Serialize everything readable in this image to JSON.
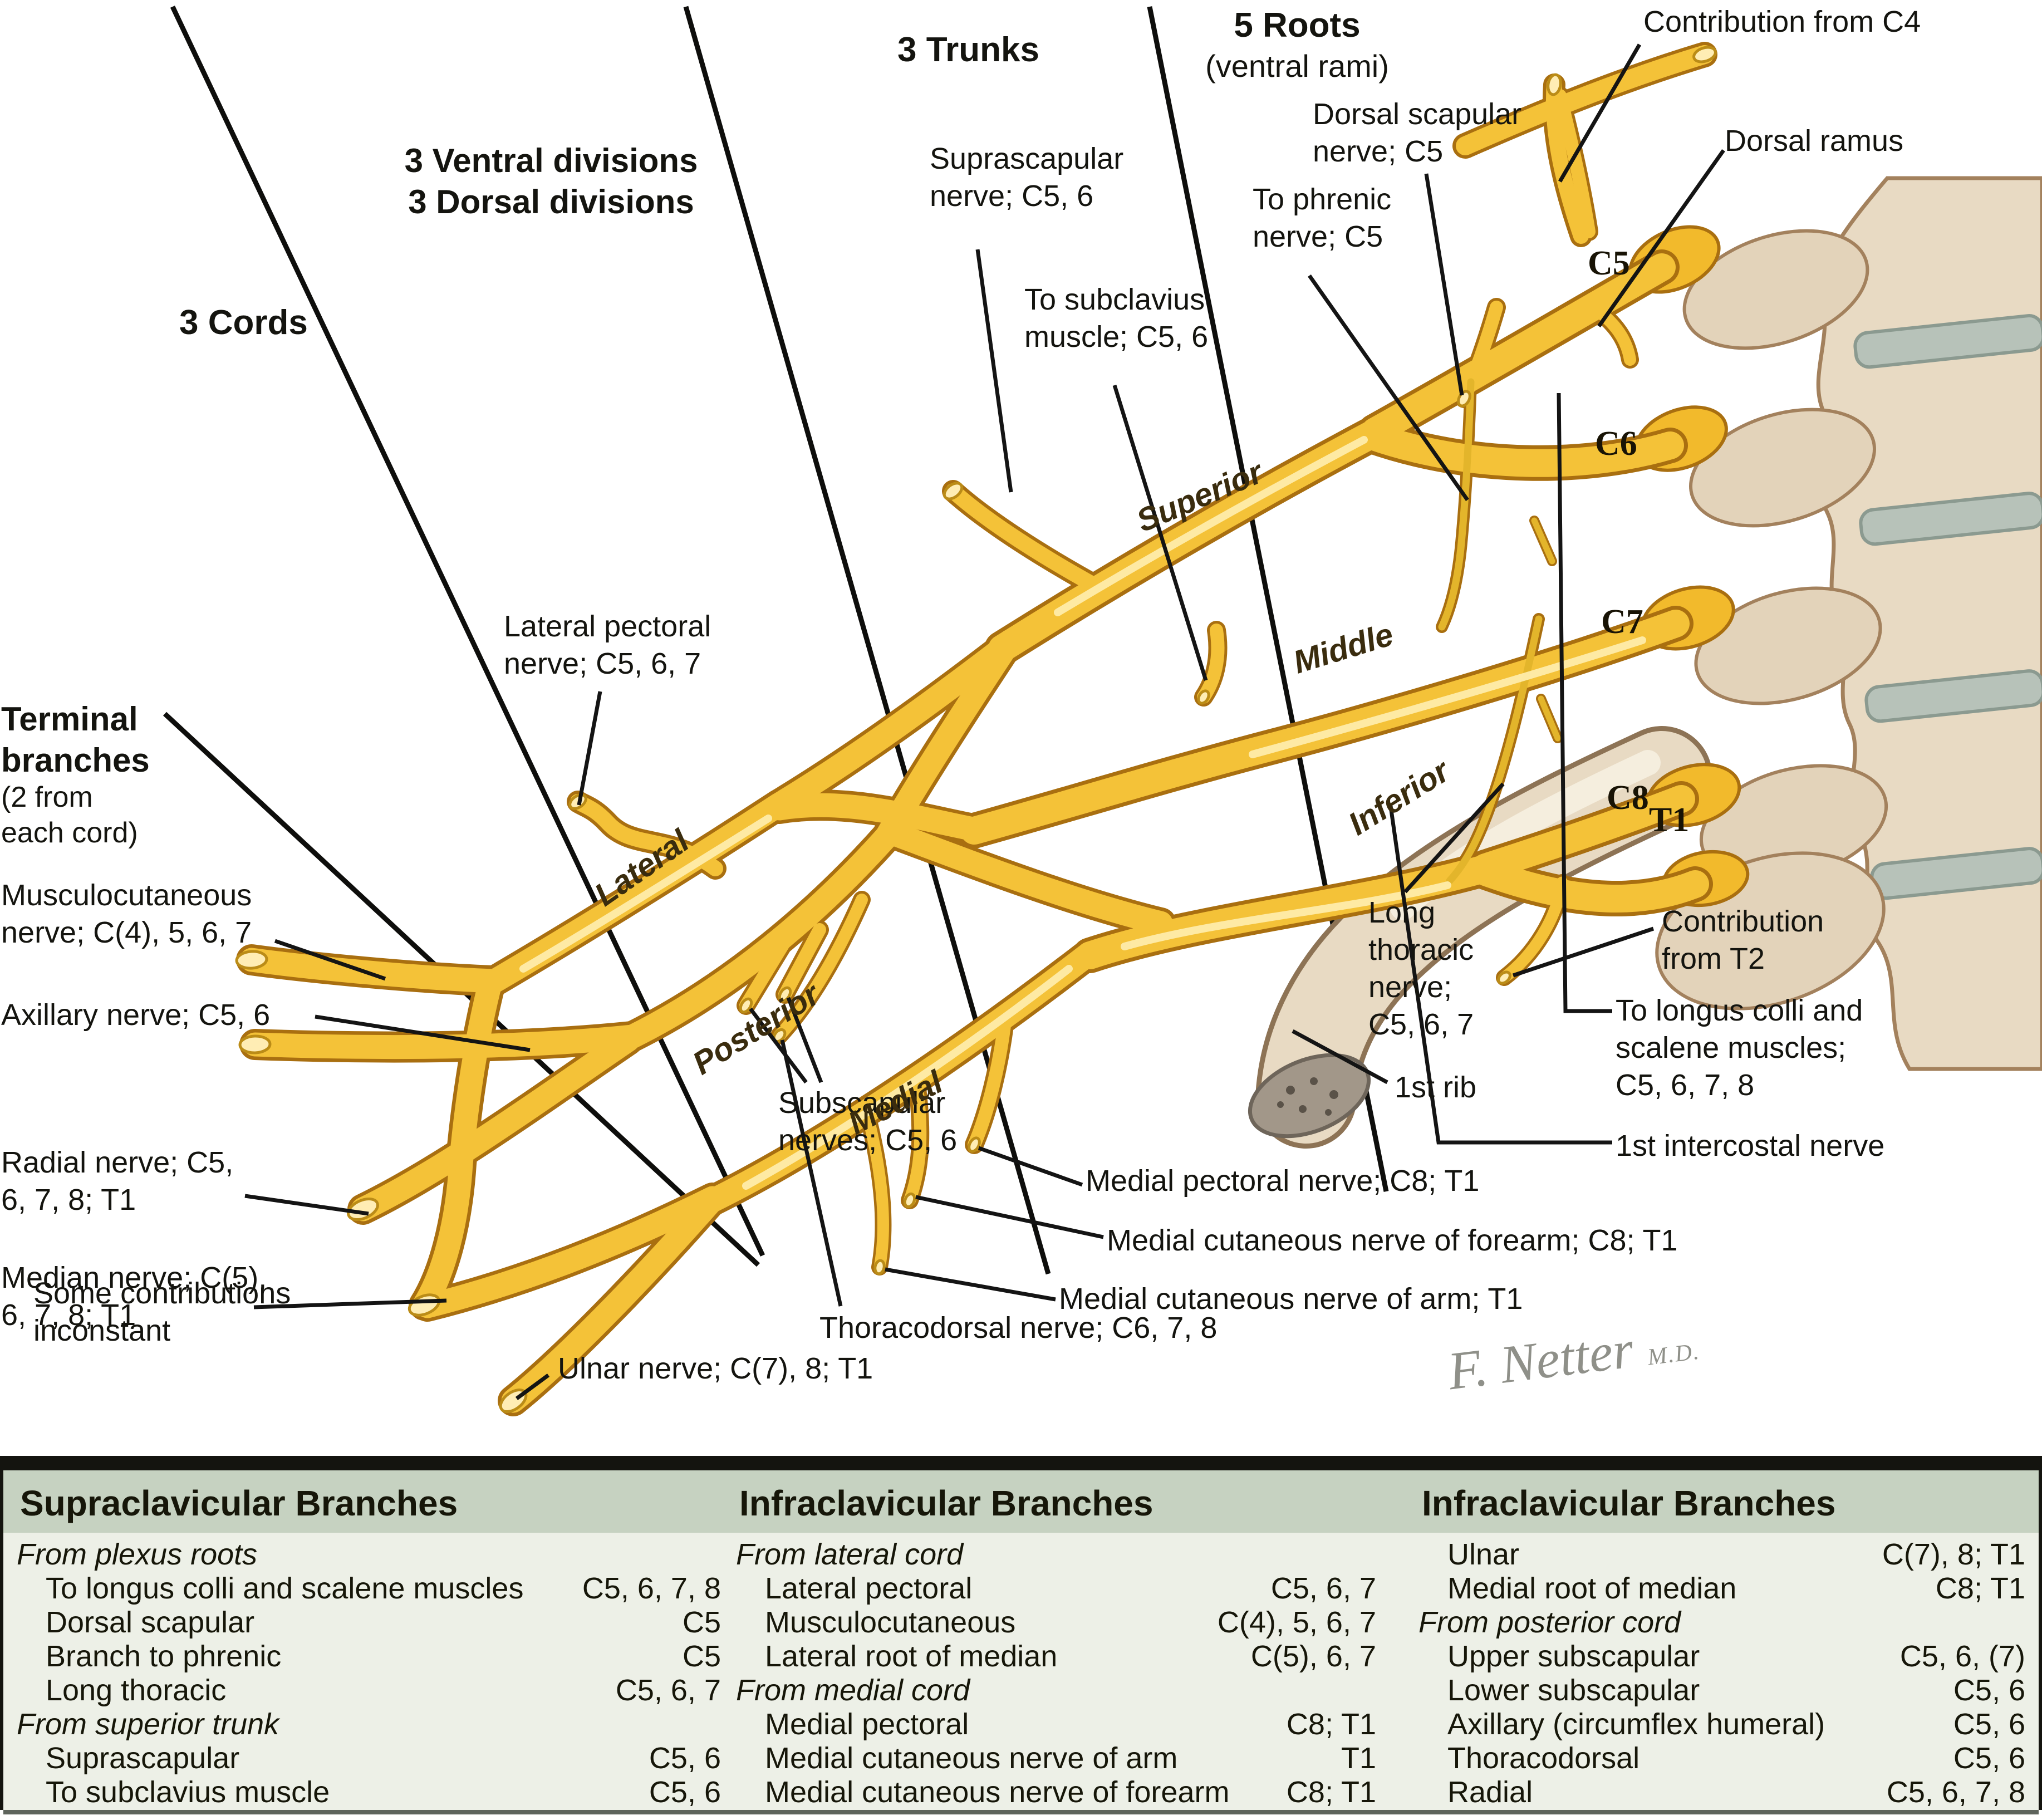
{
  "colors": {
    "nerve": "#f4c238",
    "nerve_outline": "#a96f10",
    "bone": "#e8dac3",
    "disc": "#b7c2b9",
    "table_header_bg": "#c6d2c1",
    "table_body_bg": "#edf0e7",
    "ink": "#14140f"
  },
  "zones": {
    "roots_title": "5 Roots",
    "roots_subtitle": "(ventral rami)",
    "trunks": "3 Trunks",
    "divisions": "3 Ventral divisions\n3 Dorsal divisions",
    "cords": "3 Cords",
    "terminal_title": "Terminal\nbranches",
    "terminal_note": "(2 from\neach cord)"
  },
  "annotations": {
    "contribution_c4": "Contribution from C4",
    "dorsal_ramus": "Dorsal ramus",
    "dorsal_scapular": "Dorsal scapular\nnerve; C5",
    "to_phrenic": "To phrenic\nnerve; C5",
    "suprascapular": "Suprascapular\nnerve; C5, 6",
    "to_subclavius": "To subclavius\nmuscle; C5, 6",
    "lateral_pectoral": "Lateral pectoral\nnerve; C5, 6, 7",
    "musculocutaneous": "Musculocutaneous\nnerve; C(4), 5, 6, 7",
    "axillary": "Axillary nerve; C5, 6",
    "radial": "Radial nerve; C5,\n6, 7, 8; T1",
    "median": "Median nerve; C(5),\n6, 7, 8; T1",
    "some_contributions": "Some contributions\ninconstant",
    "ulnar": "Ulnar nerve; C(7), 8; T1",
    "thoracodorsal": "Thoracodorsal nerve; C6, 7, 8",
    "medial_pectoral": "Medial pectoral nerve; C8; T1",
    "medial_cutaneous_forearm": "Medial cutaneous nerve of forearm; C8; T1",
    "medial_cutaneous_arm": "Medial cutaneous nerve of arm; T1",
    "subscapular": "Subscapular\nnerves; C5, 6",
    "long_thoracic": "Long\nthoracic\nnerve;\nC5, 6, 7",
    "first_rib": "1st rib",
    "to_longus_colli": "To longus colli and\nscalene muscles;\nC5, 6, 7, 8",
    "first_intercostal": "1st intercostal nerve",
    "contribution_t2": "Contribution\nfrom T2"
  },
  "trunks": {
    "superior": "Superior",
    "middle": "Middle",
    "inferior": "Inferior"
  },
  "cords": {
    "lateral": "Lateral",
    "posterior": "Posterior",
    "medial": "Medial"
  },
  "vertebrae": [
    "C5",
    "C6",
    "C7",
    "C8",
    "T1"
  ],
  "signature": {
    "name": "F. Netter",
    "suffix": "M.D."
  },
  "table": {
    "columns": [
      {
        "header": "Supraclavicular Branches",
        "rows": [
          {
            "name": "From plexus roots"
          },
          {
            "name": "To longus colli and scalene muscles",
            "value": "C5, 6, 7, 8"
          },
          {
            "name": "Dorsal scapular",
            "value": "C5"
          },
          {
            "name": "Branch to phrenic",
            "value": "C5"
          },
          {
            "name": "Long thoracic",
            "value": "C5, 6, 7"
          },
          {
            "name": "From superior trunk"
          },
          {
            "name": "Suprascapular",
            "value": "C5, 6"
          },
          {
            "name": "To subclavius muscle",
            "value": "C5, 6"
          }
        ]
      },
      {
        "header": "Infraclavicular Branches",
        "rows": [
          {
            "name": "From lateral cord"
          },
          {
            "name": "Lateral pectoral",
            "value": "C5, 6, 7"
          },
          {
            "name": "Musculocutaneous",
            "value": "C(4), 5, 6, 7"
          },
          {
            "name": "Lateral root of median",
            "value": "C(5), 6, 7"
          },
          {
            "name": "From medial cord"
          },
          {
            "name": "Medial pectoral",
            "value": "C8; T1"
          },
          {
            "name": "Medial cutaneous nerve of arm",
            "value": "T1"
          },
          {
            "name": "Medial cutaneous nerve of forearm",
            "value": "C8; T1"
          }
        ]
      },
      {
        "header": "Infraclavicular Branches",
        "rows": [
          {
            "name": "Ulnar",
            "value": "C(7), 8; T1"
          },
          {
            "name": "Medial root of median",
            "value": "C8; T1"
          },
          {
            "name": "From posterior cord"
          },
          {
            "name": "Upper subscapular",
            "value": "C5, 6, (7)"
          },
          {
            "name": "Lower subscapular",
            "value": "C5, 6"
          },
          {
            "name": "Axillary (circumflex humeral)",
            "value": "C5, 6"
          },
          {
            "name": "Thoracodorsal",
            "value": "C5, 6"
          },
          {
            "name": "Radial",
            "value": "C5, 6, 7, 8"
          }
        ]
      }
    ]
  }
}
